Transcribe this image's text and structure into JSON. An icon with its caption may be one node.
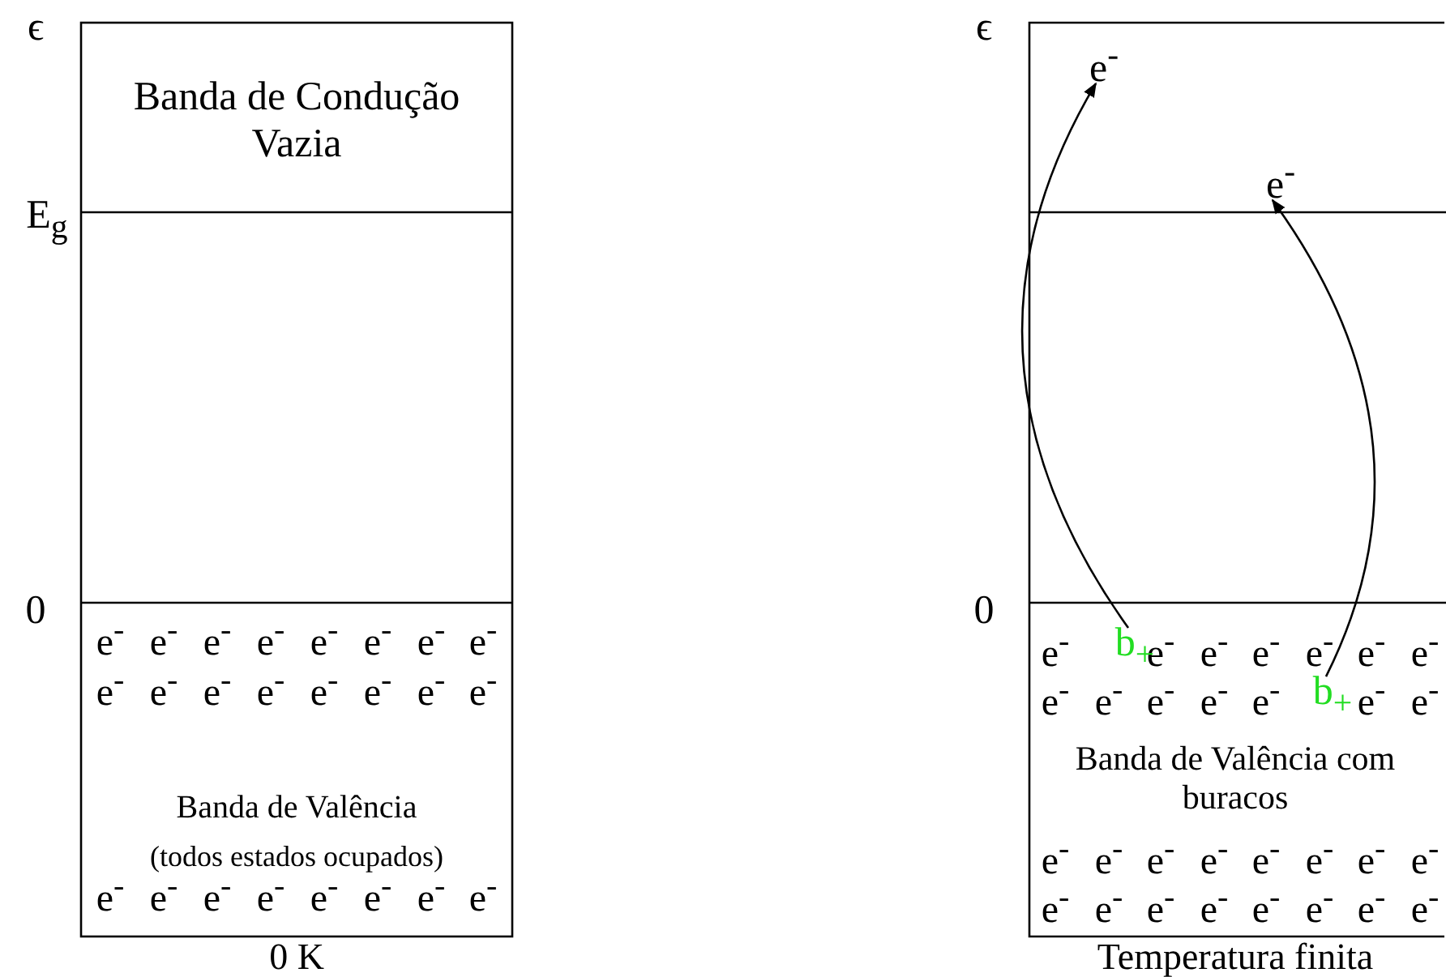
{
  "diagram": {
    "nodes": [
      {
        "text": [
          "e$^{-}$"
        ]
      },
      {
        "text": [
          "e$^{-}$"
        ]
      },
      {
        "text": [
          "b$_{+}$"
        ]
      },
      {
        "text": [
          "b$_{+}$"
        ]
      }
    ],
    "edges": [
      {
        "from": 2,
        "to": 0,
        "arrow": "to"
      },
      {
        "from": 3,
        "to": 1,
        "arrow": "to"
      }
    ],
    "labels": [
      "ϵ",
      "Banda de Condução Vazia",
      "E$_{g}$",
      "0",
      "e$^{-}$",
      "e$^{-}$",
      "e$^{-}$",
      "e$^{-}$",
      "e$^{-}$",
      "e$^{-}$",
      "e$^{-}$",
      "e$^{-}$",
      "e$^{-}$",
      "e$^{-}$",
      "e$^{-}$",
      "e$^{-}$",
      "e$^{-}$",
      "e$^{-}$",
      "e$^{-}$",
      "e$^{-}$",
      "Banda de Valência",
      "(todos estados ocupados)",
      "e$^{-}$",
      "e$^{-}$",
      "e$^{-}$",
      "e$^{-}$",
      "e$^{-}$",
      "e$^{-}$",
      "e$^{-}$",
      "e$^{-}$",
      "0 K",
      "ϵ",
      "0",
      "e$^{-}$",
      "e$^{-}$",
      "e$^{-}$",
      "e$^{-}$",
      "e$^{-}$",
      "e$^{-}$",
      "e$^{-}$",
      "e$^{-}$",
      "e$^{-}$",
      "e$^{-}$",
      "e$^{-}$",
      "e$^{-}$",
      "e$^{-}$",
      "e$^{-}$",
      "Banda de Valência com buracos",
      "e$^{-}$",
      "e$^{-}$",
      "e$^{-}$",
      "e$^{-}$",
      "e$^{-}$",
      "e$^{-}$",
      "e$^{-}$",
      "e$^{-}$",
      "e$^{-}$",
      "e$^{-}$",
      "e$^{-}$",
      "e$^{-}$",
      "e$^{-}$",
      "e$^{-}$",
      "e$^{-}$",
      "e$^{-}$",
      "Temperatura finita"
    ]
  }
}
